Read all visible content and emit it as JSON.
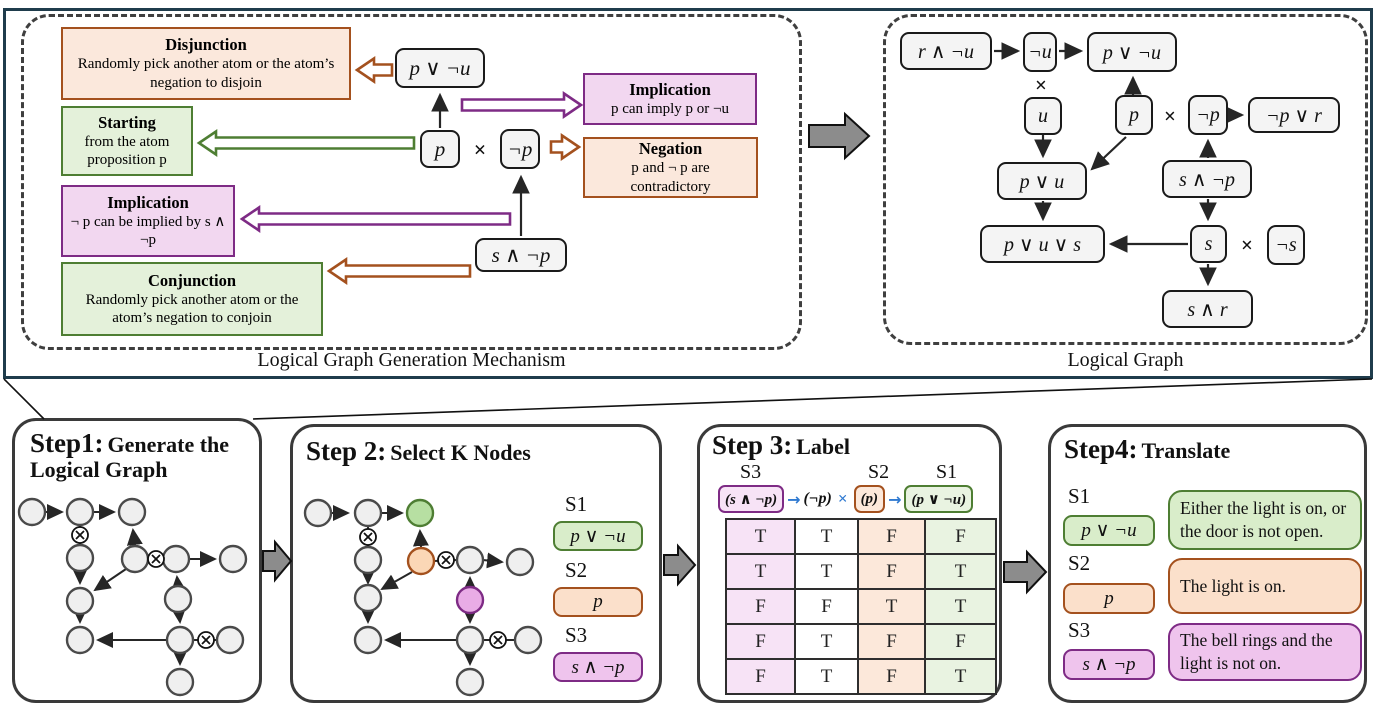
{
  "mechanism": {
    "caption": "Logical Graph Generation Mechanism",
    "boxes": {
      "disjunction": {
        "title": "Disjunction",
        "body": "Randomly pick another atom or the atom’s negation to disjoin"
      },
      "starting": {
        "title": "Starting",
        "body": "from the atom proposition p"
      },
      "implication_left": {
        "title": "Implication",
        "body": "¬ p can be implied by s ∧ ¬p"
      },
      "conjunction": {
        "title": "Conjunction",
        "body": "Randomly pick another atom or the atom’s negation to conjoin"
      },
      "implication_right": {
        "title": "Implication",
        "body": "p can imply p or ¬u"
      },
      "negation": {
        "title": "Negation",
        "body": "p and ¬ p are contradictory"
      }
    },
    "nodes": {
      "disjunction": "p ∨ ¬u",
      "atom": "p",
      "negation": "¬p",
      "conjunction": "s ∧ ¬p"
    }
  },
  "logical_graph": {
    "caption": "Logical Graph",
    "nodes": [
      "r ∧ ¬u",
      "¬u",
      "p ∨ ¬u",
      "u",
      "p",
      "¬p",
      "¬p ∨ r",
      "p ∨ u",
      "s ∧ ¬p",
      "p ∨ u ∨ s",
      "s",
      "¬s",
      "s ∧ r"
    ]
  },
  "symbols": {
    "cross": "×"
  },
  "steps": {
    "step1": {
      "label": "Step1:",
      "title": "Generate the Logical Graph"
    },
    "step2": {
      "label": "Step 2:",
      "title": "Select K Nodes"
    },
    "step3": {
      "label": "Step 3:",
      "title": "Label"
    },
    "step4": {
      "label": "Step4:",
      "title": "Translate"
    }
  },
  "selections": [
    {
      "id": "S1",
      "formula": "p ∨ ¬u"
    },
    {
      "id": "S2",
      "formula": "p"
    },
    {
      "id": "S3",
      "formula": "s ∧ ¬p"
    }
  ],
  "step3": {
    "labels": [
      "S3",
      "S2",
      "S1"
    ],
    "header": {
      "s3_chip": "(s ∧ ¬p)",
      "arrow": "→",
      "neg_term": "(¬p)",
      "cross": "×",
      "s2_chip": "(p)",
      "s1_chip": "(p ∨ ¬u)"
    },
    "table": {
      "rows": [
        [
          "T",
          "T",
          "F",
          "F"
        ],
        [
          "T",
          "T",
          "F",
          "T"
        ],
        [
          "F",
          "F",
          "T",
          "T"
        ],
        [
          "F",
          "T",
          "F",
          "F"
        ],
        [
          "F",
          "T",
          "F",
          "T"
        ]
      ]
    }
  },
  "step4": {
    "translations": {
      "s1": "Either the light is on, or the door is not open.",
      "s2": "The light is on.",
      "s3": "The bell rings and the light is not on."
    }
  },
  "colors": {
    "frame": "#1f3c4c",
    "green-border": "#4e7e33",
    "green-fill": "#e4f1da",
    "green-chip-fill": "#d9edca",
    "orange-border": "#a4511e",
    "orange-fill": "#fbe8dc",
    "orange-chip-fill": "#fbe0cb",
    "purple-border": "#7e2b85",
    "purple-fill": "#f2d7f0",
    "purple-chip-fill": "#efc4ed",
    "node-green-fill": "#b7dfa2",
    "node-orange-fill": "#fbd7b6",
    "node-purple-fill": "#e9ace6",
    "table-purple": "#f7e3f6",
    "table-orange": "#fce8da",
    "table-green": "#e9f3e1",
    "blue-arrow": "#2f7ad1",
    "gray-arrow": "#8c8c8c"
  }
}
